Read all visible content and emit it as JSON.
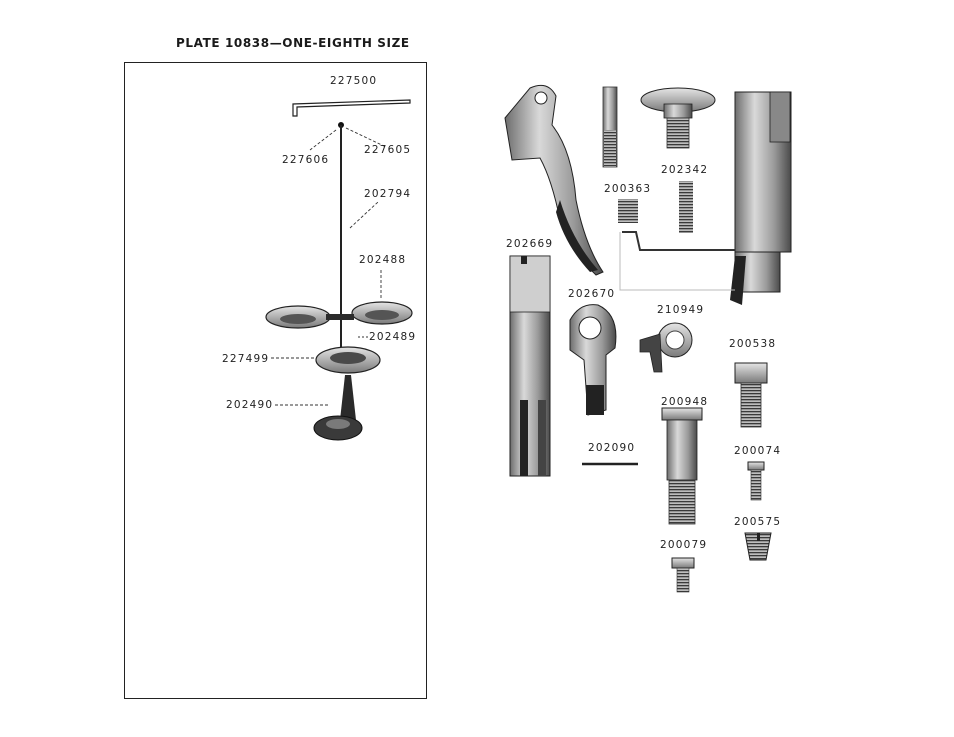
{
  "plate": {
    "title": "PLATE 10838—ONE-EIGHTH SIZE"
  },
  "left_panel": {
    "labels": {
      "p227500": "227500",
      "p227606": "227606",
      "p227605": "227605",
      "p202794": "202794",
      "p202488": "202488",
      "p202489": "202489",
      "p227499": "227499",
      "p202490": "202490"
    }
  },
  "right_panel": {
    "labels": {
      "p202342": "202342",
      "p200363": "200363",
      "p202669": "202669",
      "p202670": "202670",
      "p210949": "210949",
      "p200538": "200538",
      "p200948": "200948",
      "p202090": "202090",
      "p200074": "200074",
      "p200575": "200575",
      "p200079": "200079"
    }
  }
}
